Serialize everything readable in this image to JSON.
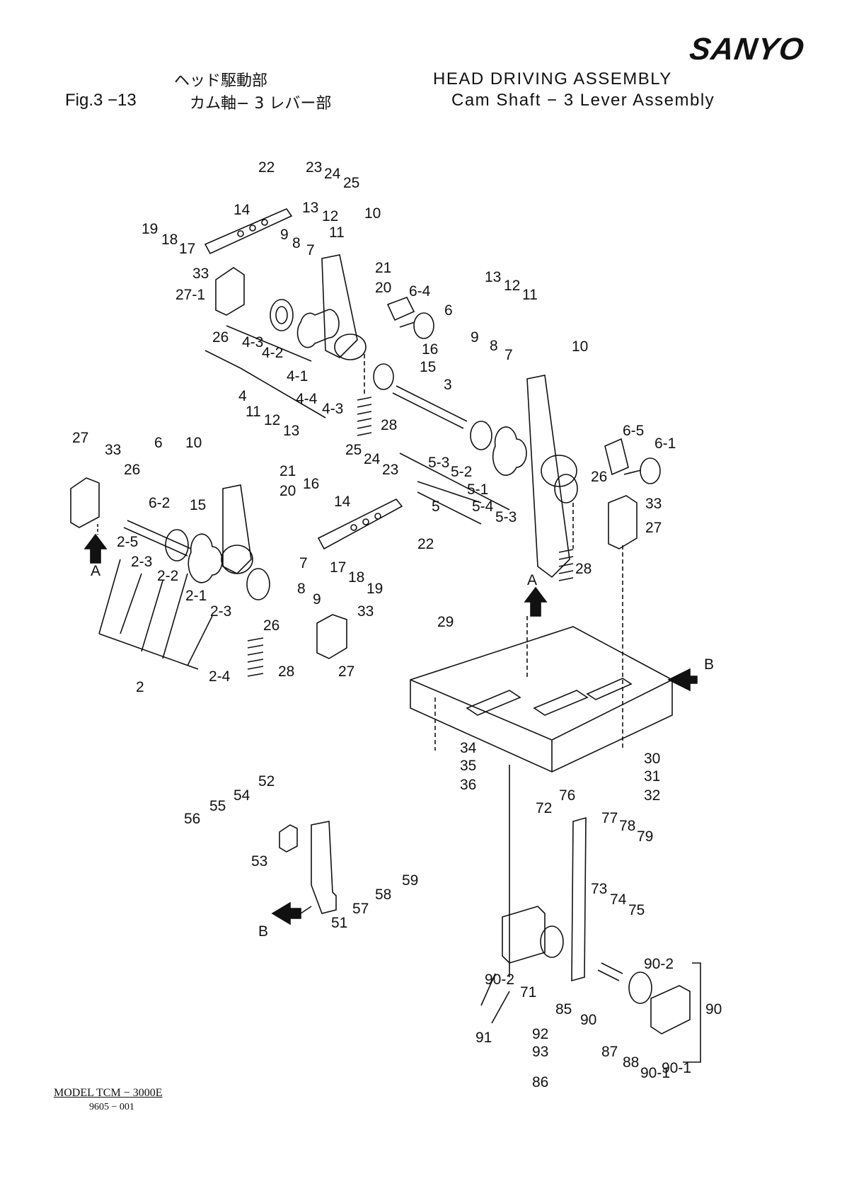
{
  "brand": "SANYO",
  "header": {
    "fig_no": "Fig.3 −13",
    "title_jp": "ヘッド駆動部",
    "subtitle_jp": "カム軸− 3 レバー部",
    "title_en": "HEAD DRIVING ASSEMBLY",
    "subtitle_en": "Cam Shaft − 3 Lever Assembly"
  },
  "footer": {
    "model": "MODEL TCM − 3000E",
    "doc_no": "9605 − 001"
  },
  "arrow_view_labels": [
    "A",
    "A",
    "B",
    "B"
  ],
  "part_labels": [
    "22",
    "23",
    "24",
    "25",
    "14",
    "13",
    "12",
    "11",
    "10",
    "19",
    "18",
    "17",
    "9",
    "8",
    "7",
    "21",
    "20",
    "33",
    "27-1",
    "6-4",
    "6",
    "26",
    "4-3",
    "4-2",
    "16",
    "15",
    "4-1",
    "3",
    "4",
    "4-4",
    "4-3",
    "28",
    "13",
    "12",
    "11",
    "9",
    "8",
    "7",
    "10",
    "27",
    "33",
    "6",
    "10",
    "26",
    "11",
    "12",
    "13",
    "21",
    "20",
    "16",
    "6-2",
    "15",
    "25",
    "24",
    "23",
    "14",
    "22",
    "2-5",
    "2-3",
    "2-2",
    "2-1",
    "7",
    "17",
    "18",
    "19",
    "8",
    "9",
    "2-3",
    "33",
    "26",
    "28",
    "27",
    "2-4",
    "2",
    "5-3",
    "5-2",
    "5-1",
    "5",
    "5-4",
    "5-3",
    "6-5",
    "6-1",
    "26",
    "33",
    "27",
    "28",
    "29",
    "34",
    "35",
    "36",
    "30",
    "31",
    "32",
    "52",
    "54",
    "55",
    "56",
    "53",
    "59",
    "58",
    "57",
    "51",
    "76",
    "72",
    "77",
    "78",
    "79",
    "73",
    "74",
    "75",
    "90-2",
    "90",
    "90-1",
    "90-2",
    "71",
    "85",
    "90",
    "91",
    "92",
    "93",
    "86",
    "87",
    "88",
    "90-1"
  ]
}
